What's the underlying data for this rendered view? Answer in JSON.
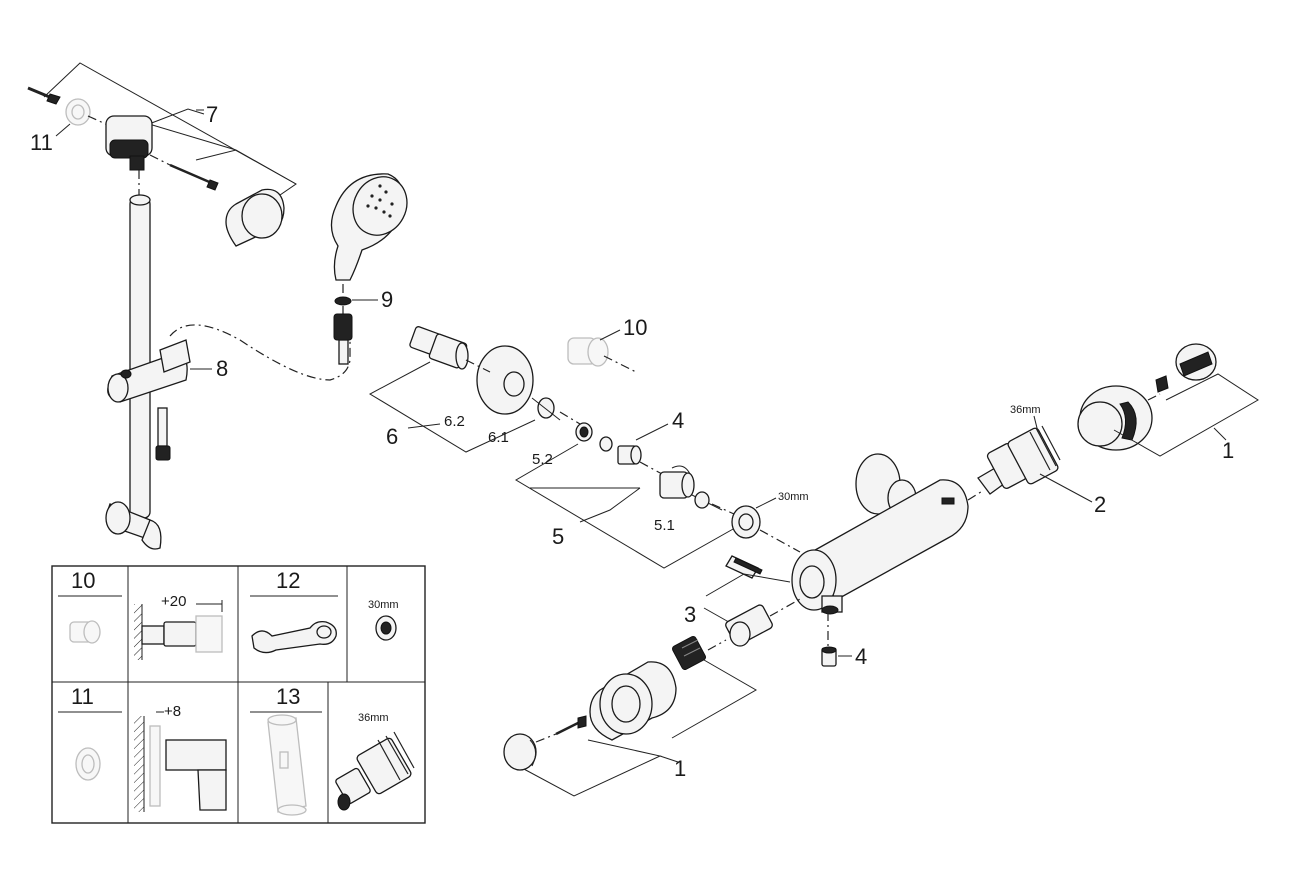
{
  "callouts": {
    "c1_right": "1",
    "c1_bottom": "1",
    "c2": "2",
    "c3": "3",
    "c4_top": "4",
    "c4_bottom": "4",
    "c5": "5",
    "c5_1": "5.1",
    "c5_2": "5.2",
    "c6": "6",
    "c6_1": "6.1",
    "c6_2": "6.2",
    "c7": "7",
    "c8": "8",
    "c9": "9",
    "c10": "10",
    "c11": "11",
    "size_36mm": "36mm",
    "size_30mm": "30mm"
  },
  "table": {
    "cell_10": "10",
    "cell_11": "11",
    "cell_12": "12",
    "cell_13": "13",
    "dim_plus20": "+20",
    "dim_plus8": "+8",
    "tool_30mm": "30mm",
    "tool_36mm": "36mm"
  }
}
